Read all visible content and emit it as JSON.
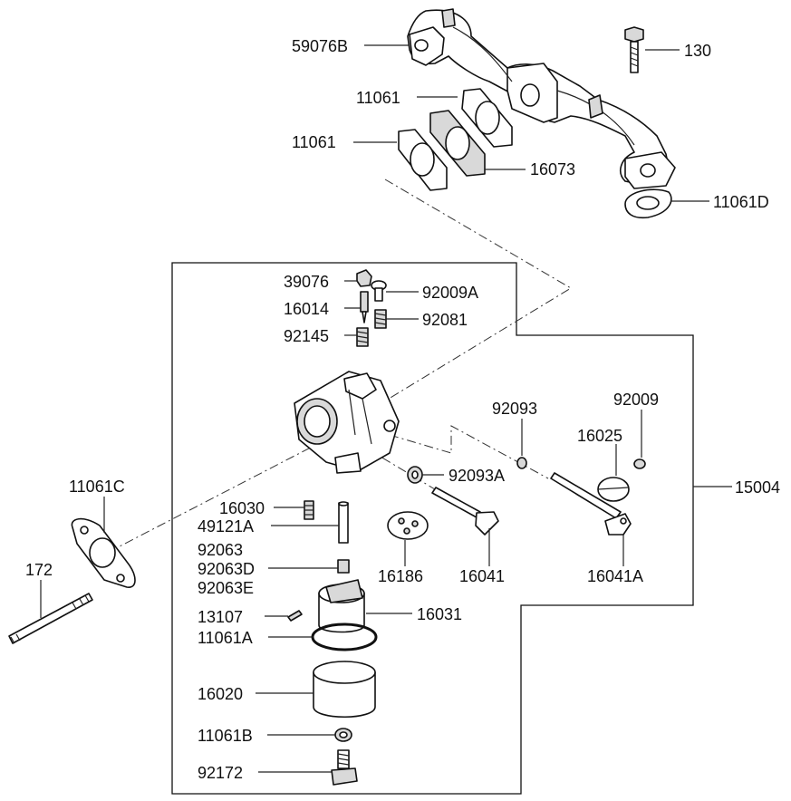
{
  "diagram": {
    "labels": {
      "59076B": "59076B",
      "130": "130",
      "11061_top": "11061",
      "11061_left": "11061",
      "16073": "16073",
      "11061D": "11061D",
      "39076": "39076",
      "92009A": "92009A",
      "16014": "16014",
      "92081": "92081",
      "92145": "92145",
      "92093": "92093",
      "92009": "92009",
      "16025": "16025",
      "92093A": "92093A",
      "15004": "15004",
      "11061C": "11061C",
      "16030": "16030",
      "49121A": "49121A",
      "92063": "92063",
      "92063D": "92063D",
      "92063E": "92063E",
      "172": "172",
      "16186": "16186",
      "16041": "16041",
      "16041A": "16041A",
      "13107": "13107",
      "16031": "16031",
      "11061A": "11061A",
      "16020": "16020",
      "11061B": "11061B",
      "92172": "92172"
    }
  }
}
